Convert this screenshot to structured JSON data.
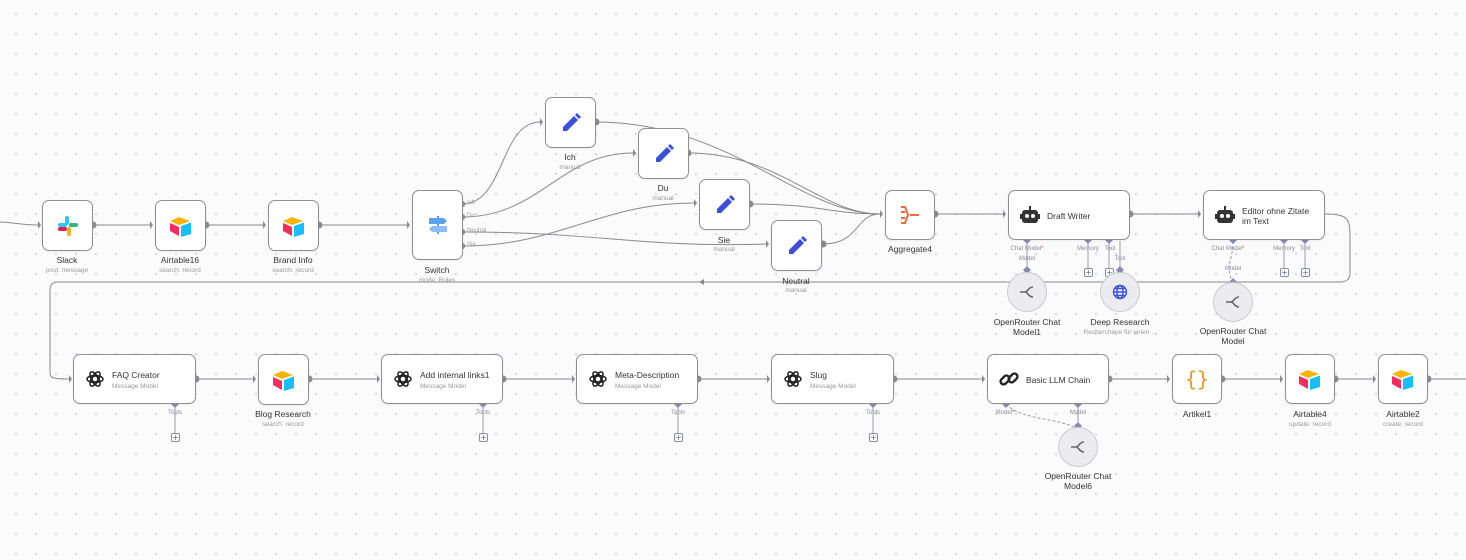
{
  "nodes": {
    "slack": {
      "label": "Slack",
      "sub": "post: message",
      "icon": "slack-icon"
    },
    "airtable16": {
      "label": "Airtable16",
      "sub": "search: record",
      "icon": "airtable-icon"
    },
    "brand_info": {
      "label": "Brand Info",
      "sub": "search: record",
      "icon": "airtable-icon"
    },
    "switch": {
      "label": "Switch",
      "sub": "mode: Rules",
      "icon": "switch-icon",
      "outputs": [
        "Ich",
        "Du",
        "Neutral",
        "Sie"
      ]
    },
    "ich": {
      "label": "Ich",
      "sub": "manual",
      "icon": "pencil-icon"
    },
    "du": {
      "label": "Du",
      "sub": "manual",
      "icon": "pencil-icon"
    },
    "sie": {
      "label": "Sie",
      "sub": "manual",
      "icon": "pencil-icon"
    },
    "neutral": {
      "label": "Neutral",
      "sub": "manual",
      "icon": "pencil-icon"
    },
    "aggregate4": {
      "label": "Aggregate4",
      "icon": "aggregate-icon"
    },
    "draft_writer": {
      "label": "Draft Writer",
      "icon": "robot-icon",
      "ports": [
        "Chat Model",
        "Memory",
        "Tool"
      ]
    },
    "editor": {
      "label_line1": "Editor ohne Zitate",
      "label_line2": "im Text",
      "icon": "robot-icon",
      "ports": [
        "Chat Model",
        "Memory",
        "Tool"
      ]
    },
    "openrouter1": {
      "label_line1": "OpenRouter Chat",
      "label_line2": "Model1",
      "port": "Model"
    },
    "deep_research": {
      "label": "Deep Research",
      "sub": "Recherchiere für einen ...",
      "port": "Tool"
    },
    "openrouter_editor": {
      "label_line1": "OpenRouter Chat",
      "label_line2": "Model",
      "port": "Model"
    },
    "faq_creator": {
      "label": "FAQ Creator",
      "sub": "Message Model",
      "port": "Tools"
    },
    "blog_research": {
      "label": "Blog Research",
      "sub": "search: record"
    },
    "add_links": {
      "label": "Add internal links1",
      "sub": "Message Model",
      "port": "Tools"
    },
    "meta_desc": {
      "label": "Meta-Description",
      "sub": "Message Model",
      "port": "Tools"
    },
    "slug": {
      "label": "Slug",
      "sub": "Message Model",
      "port": "Tools"
    },
    "basic_llm": {
      "label": "Basic LLM Chain",
      "port": "Model"
    },
    "artikel1": {
      "label": "Artikel1",
      "icon_text": "{}"
    },
    "airtable4": {
      "label": "Airtable4",
      "sub": "update: record"
    },
    "airtable2": {
      "label": "Airtable2",
      "sub": "create: record"
    },
    "openrouter6": {
      "label_line1": "OpenRouter Chat",
      "label_line2": "Model6",
      "port": "Model"
    }
  },
  "colors": {
    "edge": "#8a8a8f",
    "sub_edge": "#a8a8c0",
    "pencil": "#3b4fd8",
    "aggregate": "#ef6a3c",
    "airtable_yellow": "#fcb400",
    "airtable_blue": "#18bfff",
    "airtable_red": "#f82b60",
    "artikel": "#f0962b",
    "required": "#e0524b"
  }
}
